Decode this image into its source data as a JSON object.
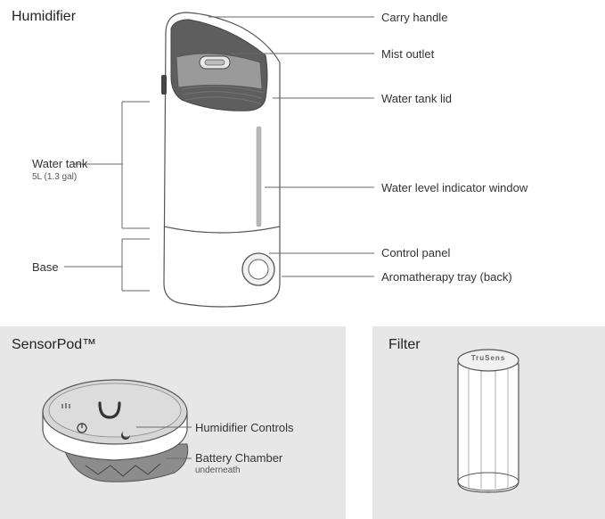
{
  "humidifier": {
    "title": "Humidifier",
    "labels": {
      "carry_handle": "Carry handle",
      "mist_outlet": "Mist outlet",
      "water_tank_lid": "Water tank lid",
      "water_level_window": "Water level indicator window",
      "control_panel": "Control panel",
      "aromatherapy_tray": "Aromatherapy tray (back)",
      "water_tank": "Water tank",
      "water_tank_capacity": "5L (1.3 gal)",
      "base": "Base"
    }
  },
  "sensorpod": {
    "title": "SensorPod™",
    "labels": {
      "humidifier_controls": "Humidifier Controls",
      "battery_chamber": "Battery Chamber",
      "battery_chamber_note": "underneath"
    }
  },
  "filter": {
    "title": "Filter",
    "brand": "TruSens"
  },
  "colors": {
    "panel_background": "#e7e7e7",
    "outline": "#555555",
    "leader_line": "#6a6a6a"
  }
}
